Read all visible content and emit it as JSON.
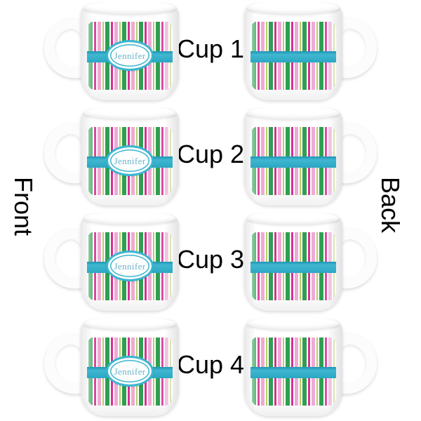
{
  "labels": {
    "front": "Front",
    "back": "Back"
  },
  "personalization": {
    "name": "Jennifer"
  },
  "cups": [
    {
      "label": "Cup 1"
    },
    {
      "label": "Cup 2"
    },
    {
      "label": "Cup 3"
    },
    {
      "label": "Cup 4"
    }
  ],
  "colors": {
    "stripe_green": "#2f9e52",
    "stripe_magenta": "#d92f93",
    "stripe_pink": "#eeaad4",
    "stripe_lime": "#b4cf68",
    "band_teal": "#2aa7c3",
    "band_teal_dark": "#1e96b5",
    "band_teal_light": "#41b6d0",
    "oval_border_teal": "#3bb6d0",
    "name_text_teal": "#6fb4cb",
    "page_bg": "#ffffff"
  }
}
